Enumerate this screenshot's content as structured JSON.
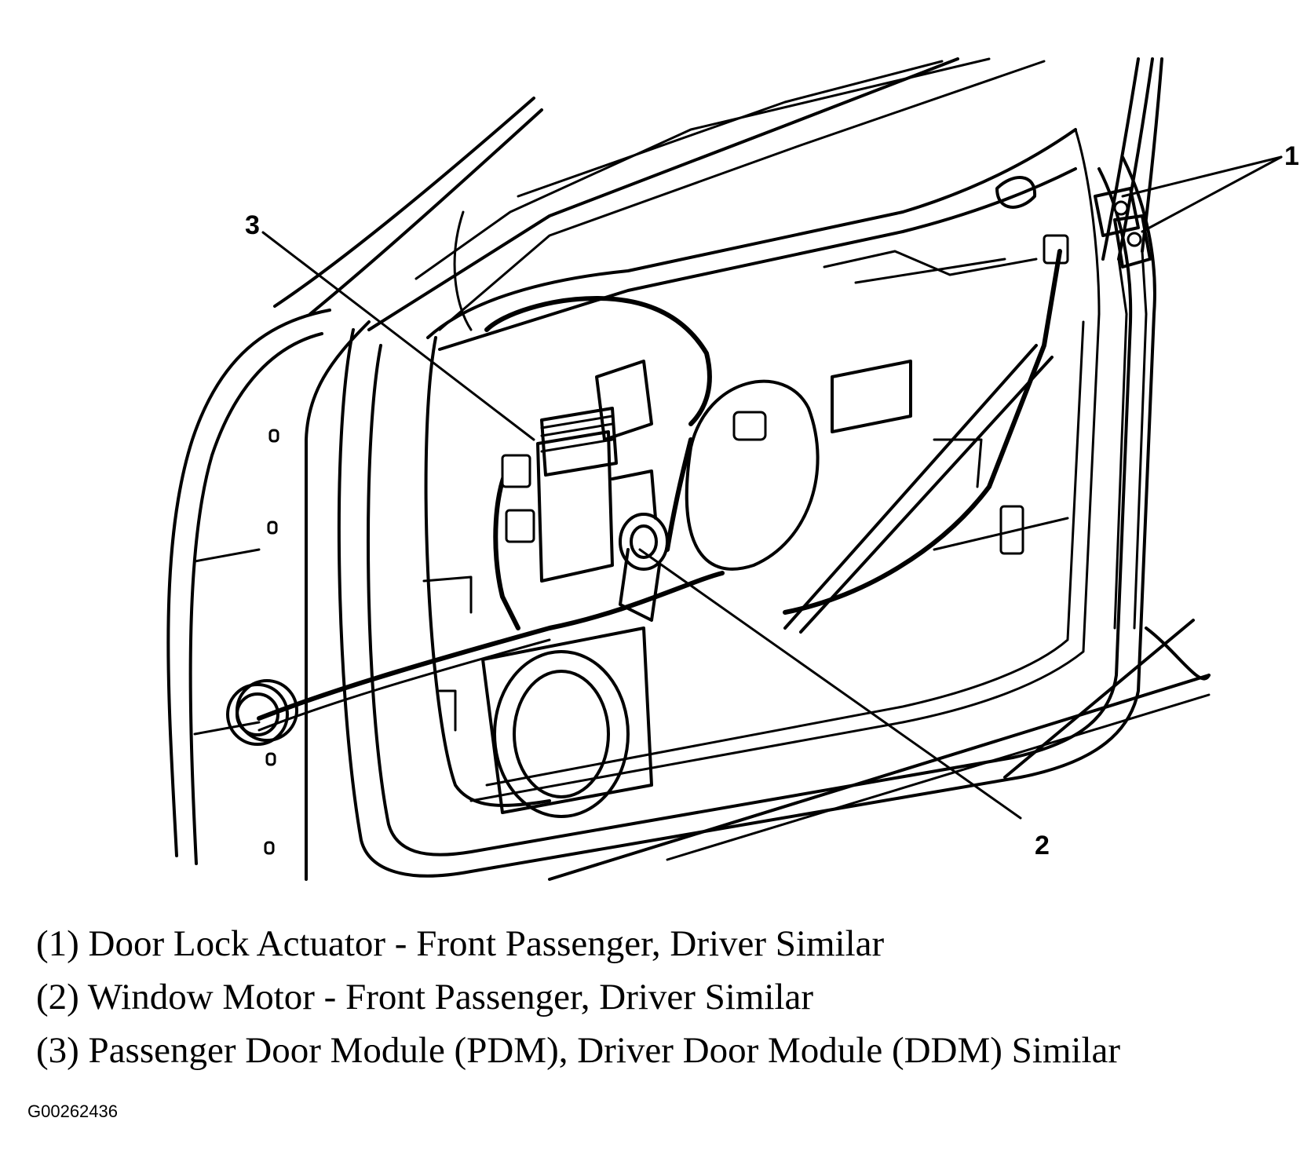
{
  "callouts": [
    {
      "number": "1",
      "part": "door-lock-actuator"
    },
    {
      "number": "2",
      "part": "window-motor"
    },
    {
      "number": "3",
      "part": "passenger-door-module"
    }
  ],
  "captions": [
    "(1) Door Lock Actuator - Front Passenger, Driver Similar",
    "(2) Window Motor - Front Passenger, Driver Similar",
    "(3) Passenger Door Module (PDM), Driver Door Module (DDM) Similar"
  ],
  "figure_id": "G00262436"
}
